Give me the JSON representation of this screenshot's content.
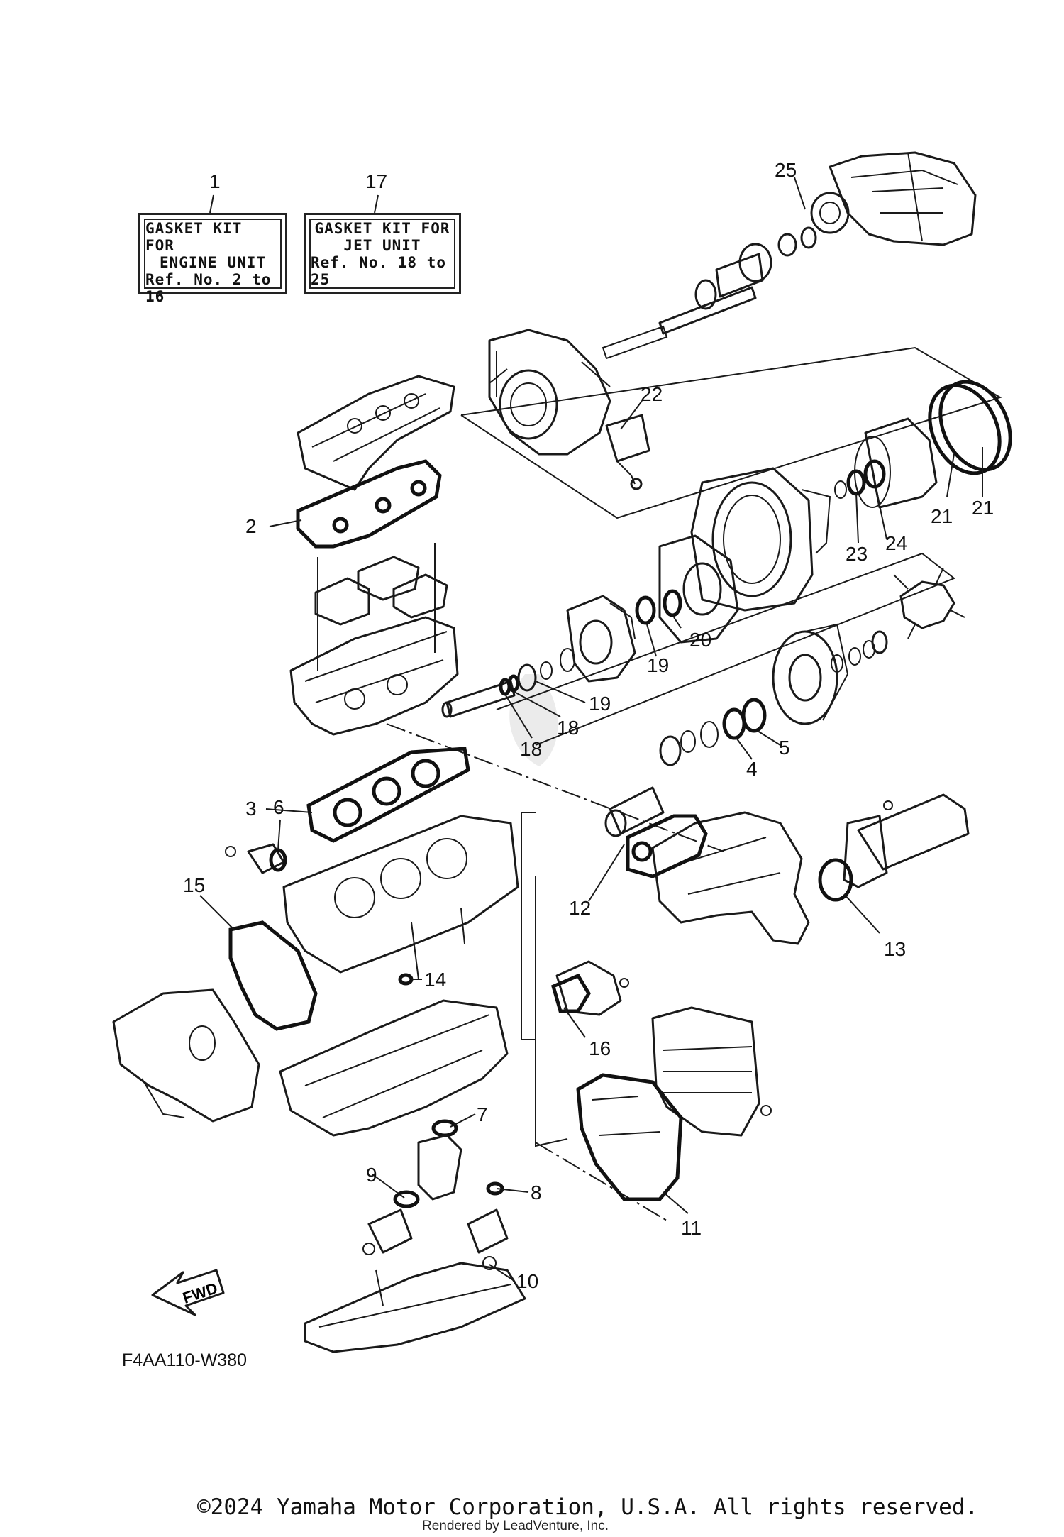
{
  "kits": [
    {
      "ref": "1",
      "line1": "GASKET KIT FOR",
      "line2": "ENGINE UNIT",
      "line3": "Ref. No. 2 to 16"
    },
    {
      "ref": "17",
      "line1": "GASKET KIT FOR",
      "line2": "JET UNIT",
      "line3": "Ref. No. 18 to 25"
    }
  ],
  "callouts": [
    "2",
    "3",
    "4",
    "5",
    "6",
    "7",
    "8",
    "9",
    "10",
    "11",
    "12",
    "13",
    "14",
    "15",
    "16",
    "18",
    "18",
    "19",
    "19",
    "20",
    "21",
    "21",
    "22",
    "23",
    "24",
    "25"
  ],
  "fwd_label": "FWD",
  "diagram_code": "F4AA110-W380",
  "copyright": "©2024 Yamaha Motor Corporation, U.S.A. All rights reserved.",
  "rendered_by": "Rendered by LeadVenture, Inc."
}
